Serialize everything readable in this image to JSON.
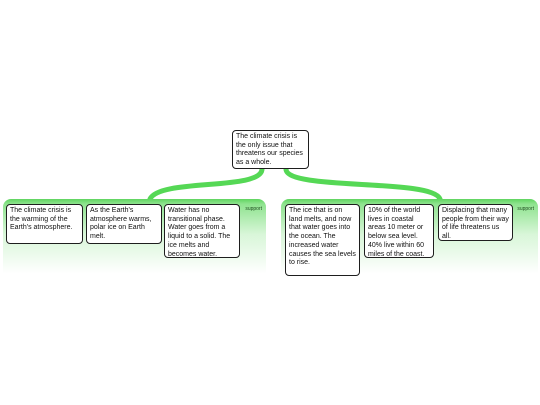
{
  "colors": {
    "branch": "#55d855",
    "group_top": "#5fd55f",
    "border": "#1e1e1e"
  },
  "root": {
    "text": "The climate crisis is the only issue that threatens our species as a whole."
  },
  "groups": [
    {
      "tag": "support",
      "nodes": [
        "The climate crisis is the warming of the Earth's atmosphere.",
        "As the Earth's atmosphere warms, polar ice on Earth melt.",
        "Water has no transitional phase. Water goes from a liquid to a solid. The ice melts and becomes water."
      ]
    },
    {
      "tag": "support",
      "nodes": [
        "The ice that is on land melts, and now that water goes into the ocean. The increased water causes the sea levels to rise.",
        "10% of the world lives in coastal areas 10 meter or below sea level. 40% live within 60 miles of the coast.",
        "Displacing that many people from their way of life threatens us all."
      ]
    }
  ]
}
